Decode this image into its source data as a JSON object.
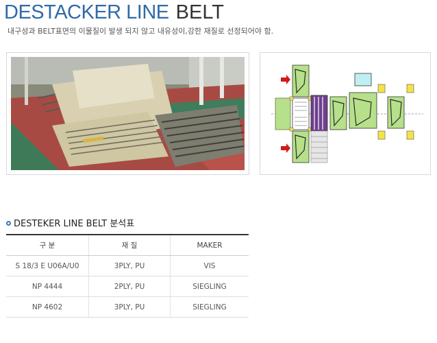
{
  "header": {
    "title_main": "DESTACKER LINE",
    "title_sub": "BELT",
    "subtitle": "내구성과 BELT표면의 이물질이 발생 되지 않고 내유성이,강한 재질로 선정되어야 함."
  },
  "section": {
    "title": "DESTEKER LINE BELT 분석표"
  },
  "table": {
    "headers": [
      "구 분",
      "재 질",
      "MAKER"
    ],
    "rows": [
      [
        "S 18/3 E U06A/U0",
        "3PLY, PU",
        "VIS"
      ],
      [
        "NP 4444",
        "2PLY, PU",
        "SIEGLING"
      ],
      [
        "NP 4602",
        "3PLY, PU",
        "SIEGLING"
      ]
    ]
  },
  "colors": {
    "title_blue": "#2f6aa8",
    "diagram_green": "#b6e08a",
    "diagram_yellow": "#f2e34a",
    "diagram_purple": "#6e3f8f",
    "diagram_cyan": "#bfeff0",
    "arrow_red": "#d21a1a"
  }
}
